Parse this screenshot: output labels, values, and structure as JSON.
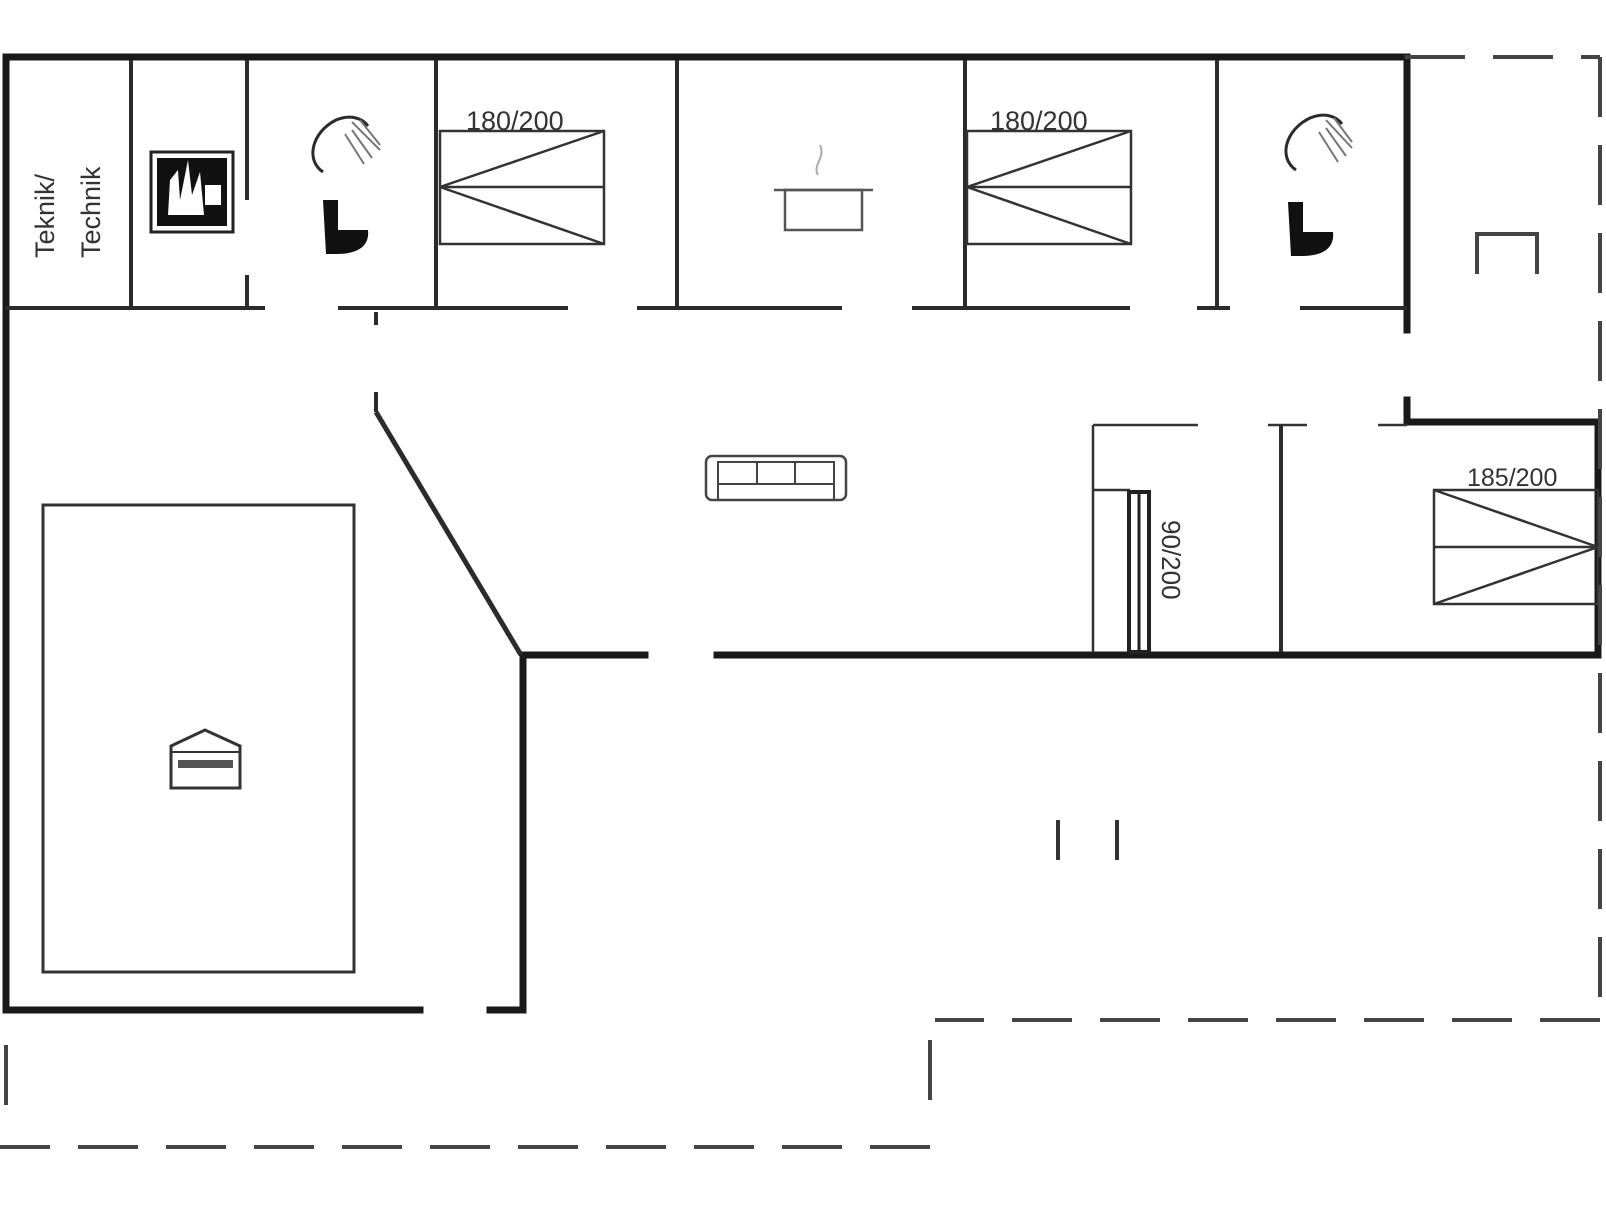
{
  "labels": {
    "technik_1": "Teknik/",
    "technik_2": "Technik",
    "bed_1": "180/200",
    "bed_2": "180/200",
    "bed_3": "185/200",
    "bed_4": "90/200"
  },
  "icons": [
    "fireplace-icon",
    "shower-icon",
    "toilet-icon",
    "bed-icon",
    "kitchen-pot-icon",
    "sofa-icon",
    "spa-icon",
    "dashed-terrace"
  ]
}
